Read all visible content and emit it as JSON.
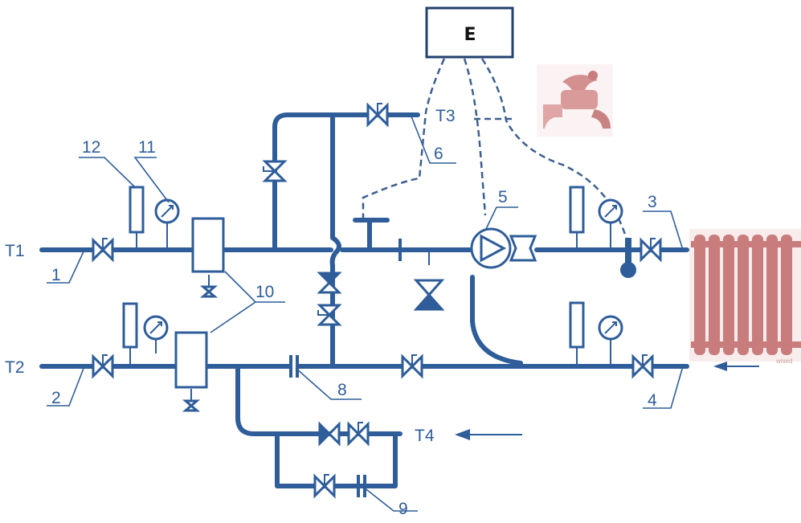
{
  "controller": {
    "label": "E"
  },
  "inputs": {
    "t1": "T1",
    "t2": "T2",
    "t3": "T3",
    "t4": "T4"
  },
  "callouts": {
    "n1": "1",
    "n2": "2",
    "n3": "3",
    "n4": "4",
    "n5": "5",
    "n6": "6",
    "n8": "8",
    "n9": "9",
    "n10": "10",
    "n11": "11",
    "n12": "12"
  },
  "radiator": {
    "watermark": "wised"
  },
  "colors": {
    "pipe": "#2e5d9a",
    "radiator": "#c97c7c",
    "tap": "#d99a9a"
  },
  "icons": [
    "water-tap-icon",
    "radiator-icon",
    "pump-icon",
    "valve-icon",
    "pressure-gauge-icon",
    "thermometer-icon",
    "arrow-left-icon"
  ]
}
